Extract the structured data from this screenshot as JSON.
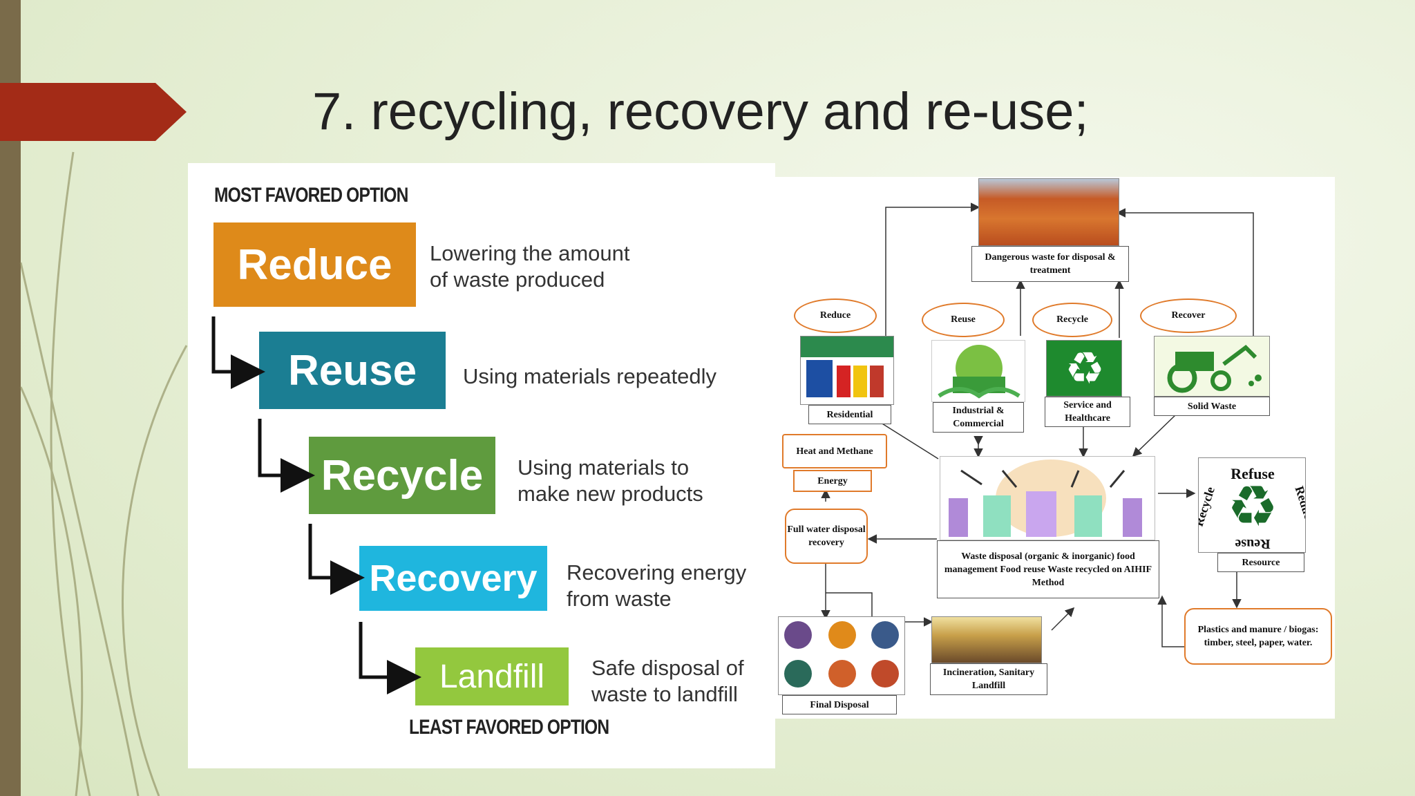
{
  "slide": {
    "title": "7. recycling, recovery and re-use;"
  },
  "hierarchy": {
    "top_label": "MOST FAVORED OPTION",
    "bottom_label": "LEAST FAVORED OPTION",
    "tiers": [
      {
        "label": "Reduce",
        "desc1": "Lowering the amount",
        "desc2": "of waste produced",
        "color": "#de8a1a"
      },
      {
        "label": "Reuse",
        "desc1": "Using materials repeatedly",
        "desc2": "",
        "color": "#1b7e93"
      },
      {
        "label": "Recycle",
        "desc1": "Using materials to",
        "desc2": "make new products",
        "color": "#5f9b3e"
      },
      {
        "label": "Recovery",
        "desc1": "Recovering energy",
        "desc2": "from waste",
        "color": "#1fb6de"
      },
      {
        "label": "Landfill",
        "desc1": "Safe disposal of",
        "desc2": "waste to landfill",
        "color": "#93c83e"
      }
    ]
  },
  "flow": {
    "dangerous": "Dangerous waste for disposal & treatment",
    "bubbles": {
      "reduce": "Reduce",
      "reuse": "Reuse",
      "recycle": "Recycle",
      "recover": "Recover"
    },
    "sources": {
      "residential": "Residential",
      "industrial": "Industrial & Commercial",
      "service": "Service and Healthcare",
      "solid": "Solid Waste"
    },
    "heat": "Heat and Methane",
    "energy": "Energy",
    "fullwater": "Full water disposal recovery",
    "center": "Waste disposal (organic & inorganic) food management Food reuse Waste recycled on AIHIF Method",
    "resource": "Resource",
    "plastics": "Plastics and manure / biogas: timber, steel, paper, water.",
    "final": "Final Disposal",
    "incineration": "Incineration, Sanitary Landfill",
    "ring": {
      "top": "Refuse",
      "right": "Reduce",
      "bottom": "Reuse",
      "left": "Recycle"
    }
  }
}
